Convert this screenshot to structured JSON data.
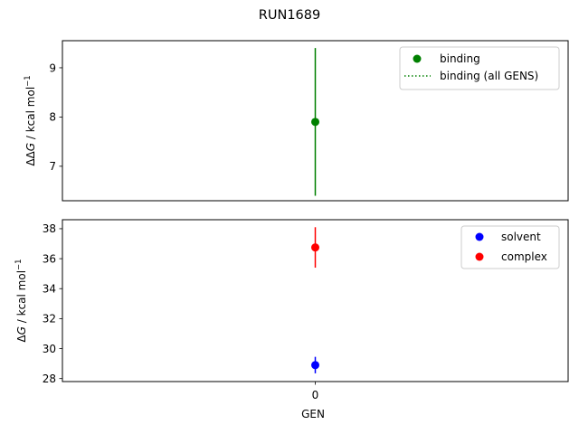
{
  "chart_data": [
    {
      "type": "scatter",
      "title": "RUN1689",
      "xlabel": "",
      "ylabel": "ΔΔG / kcal mol⁻¹",
      "ylabel_parts": {
        "pre": "ΔΔ",
        "var": "G",
        "post": " / kcal mol",
        "sup": "−1"
      },
      "xlim": [
        -1,
        1
      ],
      "ylim": [
        6.3,
        9.55
      ],
      "yticks": [
        7,
        8,
        9
      ],
      "xticks_visible": false,
      "series": [
        {
          "name": "binding",
          "color": "#008000",
          "x": [
            0
          ],
          "values": [
            7.9
          ],
          "error": [
            1.5
          ]
        }
      ],
      "legend": {
        "position": "upper-right",
        "entries": [
          {
            "label": "binding",
            "marker": "dot",
            "color": "#008000"
          },
          {
            "label": "binding (all GENS)",
            "marker": "dotted-line",
            "color": "#008000"
          }
        ]
      }
    },
    {
      "type": "scatter",
      "xlabel": "GEN",
      "ylabel": "ΔG / kcal mol⁻¹",
      "ylabel_parts": {
        "pre": "Δ",
        "var": "G",
        "post": " / kcal mol",
        "sup": "−1"
      },
      "xlim": [
        -1,
        1
      ],
      "ylim": [
        27.8,
        38.6
      ],
      "yticks": [
        28,
        30,
        32,
        34,
        36,
        38
      ],
      "xticks": [
        0
      ],
      "series": [
        {
          "name": "solvent",
          "color": "#0000ff",
          "x": [
            0
          ],
          "values": [
            28.9
          ],
          "error": [
            0.55
          ]
        },
        {
          "name": "complex",
          "color": "#ff0000",
          "x": [
            0
          ],
          "values": [
            36.75
          ],
          "error": [
            1.35
          ]
        }
      ],
      "legend": {
        "position": "upper-right",
        "entries": [
          {
            "label": "solvent",
            "marker": "dot",
            "color": "#0000ff"
          },
          {
            "label": "complex",
            "marker": "dot",
            "color": "#ff0000"
          }
        ]
      }
    }
  ]
}
